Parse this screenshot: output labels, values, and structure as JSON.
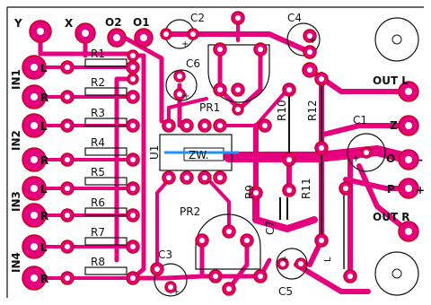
{
  "board": {
    "colors": {
      "copper": "#e5007e",
      "pad_ring": "#e5007e",
      "pad_border": "#c8001c",
      "pad_hole": "#ffffff",
      "silkscreen": "#111111",
      "background": "#ffffff",
      "bridge": "#1e90ff"
    },
    "labels": {
      "y": "Y",
      "x": "X",
      "o2": "O2",
      "o1": "O1",
      "in1": "IN1",
      "in2": "IN2",
      "in3": "IN3",
      "in4": "IN4",
      "l": "L",
      "r": "R",
      "u1": "U1",
      "zw": "ZW.",
      "out_l": "OUT L",
      "out_r": "OUT R",
      "z": "Z",
      "o": "O",
      "p": "P",
      "plus": "+",
      "minus": "-",
      "l_small": "L"
    },
    "components": {
      "r1": "R1",
      "r2": "R2",
      "r3": "R3",
      "r4": "R4",
      "r5": "R5",
      "r6": "R6",
      "r7": "R7",
      "r8": "R8",
      "r9": "R9",
      "r10": "R10",
      "r11": "R11",
      "r12": "R12",
      "c1": "C1",
      "c2": "C2",
      "c3": "C3",
      "c4": "C4",
      "c5": "C5",
      "c6": "C6",
      "c7": "C7",
      "pr1": "PR1",
      "pr2": "PR2"
    }
  }
}
